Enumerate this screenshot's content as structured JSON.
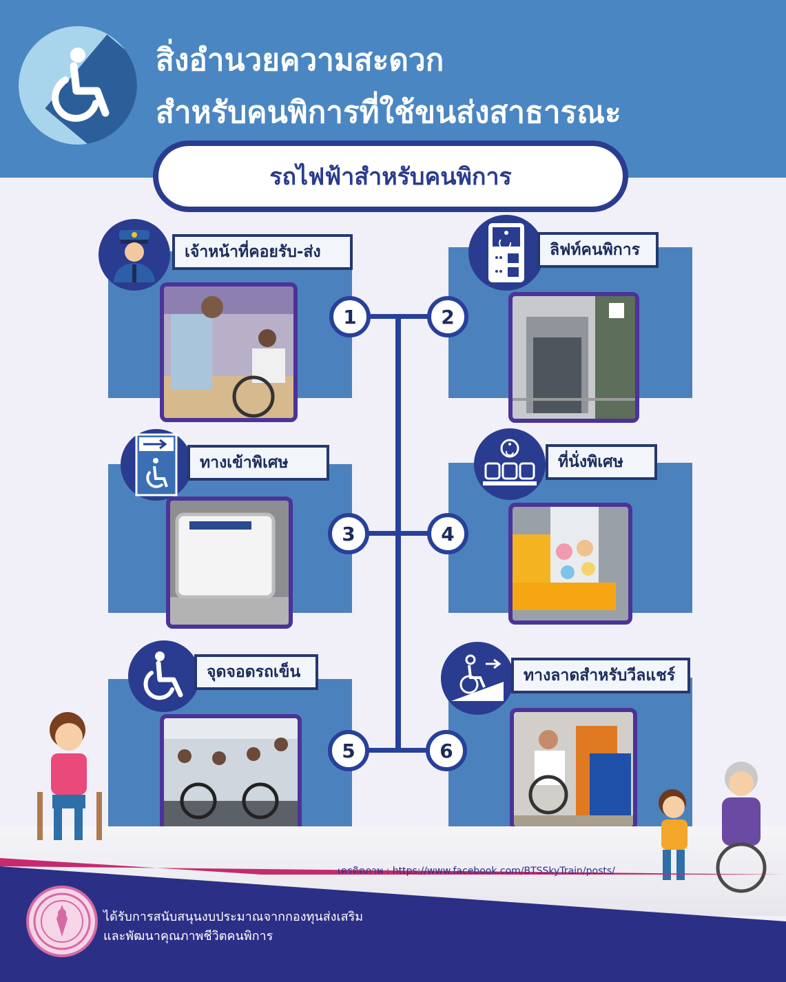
{
  "header": {
    "title_line1": "สิ่งอำนวยความสะดวก",
    "title_line2": "สำหรับคนพิการที่ใช้ขนส่งสาธารณะ",
    "subtitle": "รถไฟฟ้าสำหรับคนพิการ"
  },
  "items": [
    {
      "number": "1",
      "label": "เจ้าหน้าที่คอยรับ-ส่ง",
      "icon": "staff-icon"
    },
    {
      "number": "2",
      "label": "ลิฟท์คนพิการ",
      "icon": "elevator-icon"
    },
    {
      "number": "3",
      "label": "ทางเข้าพิเศษ",
      "icon": "special-entrance-icon"
    },
    {
      "number": "4",
      "label": "ที่นั่งพิเศษ",
      "icon": "priority-seat-icon"
    },
    {
      "number": "5",
      "label": "จุดจอดรถเข็น",
      "icon": "wheelchair-icon"
    },
    {
      "number": "6",
      "label": "ทางลาดสำหรับวีลแชร์",
      "icon": "ramp-icon"
    }
  ],
  "credit": "เครดิตภาพ : https://www.facebook.com/BTSSkyTrain/posts/",
  "footer": {
    "line1": "ได้รับการสนับสนุนงบประมาณจากกองทุนส่งเสริม",
    "line2": "และพัฒนาคุณภาพชีวิตคนพิการ"
  },
  "colors": {
    "header_blue": "#4a86c2",
    "navy": "#2a3c8f",
    "card_blue": "#4b82bd",
    "footer_navy": "#2c2f86",
    "accent_pink": "#c62a6d"
  }
}
